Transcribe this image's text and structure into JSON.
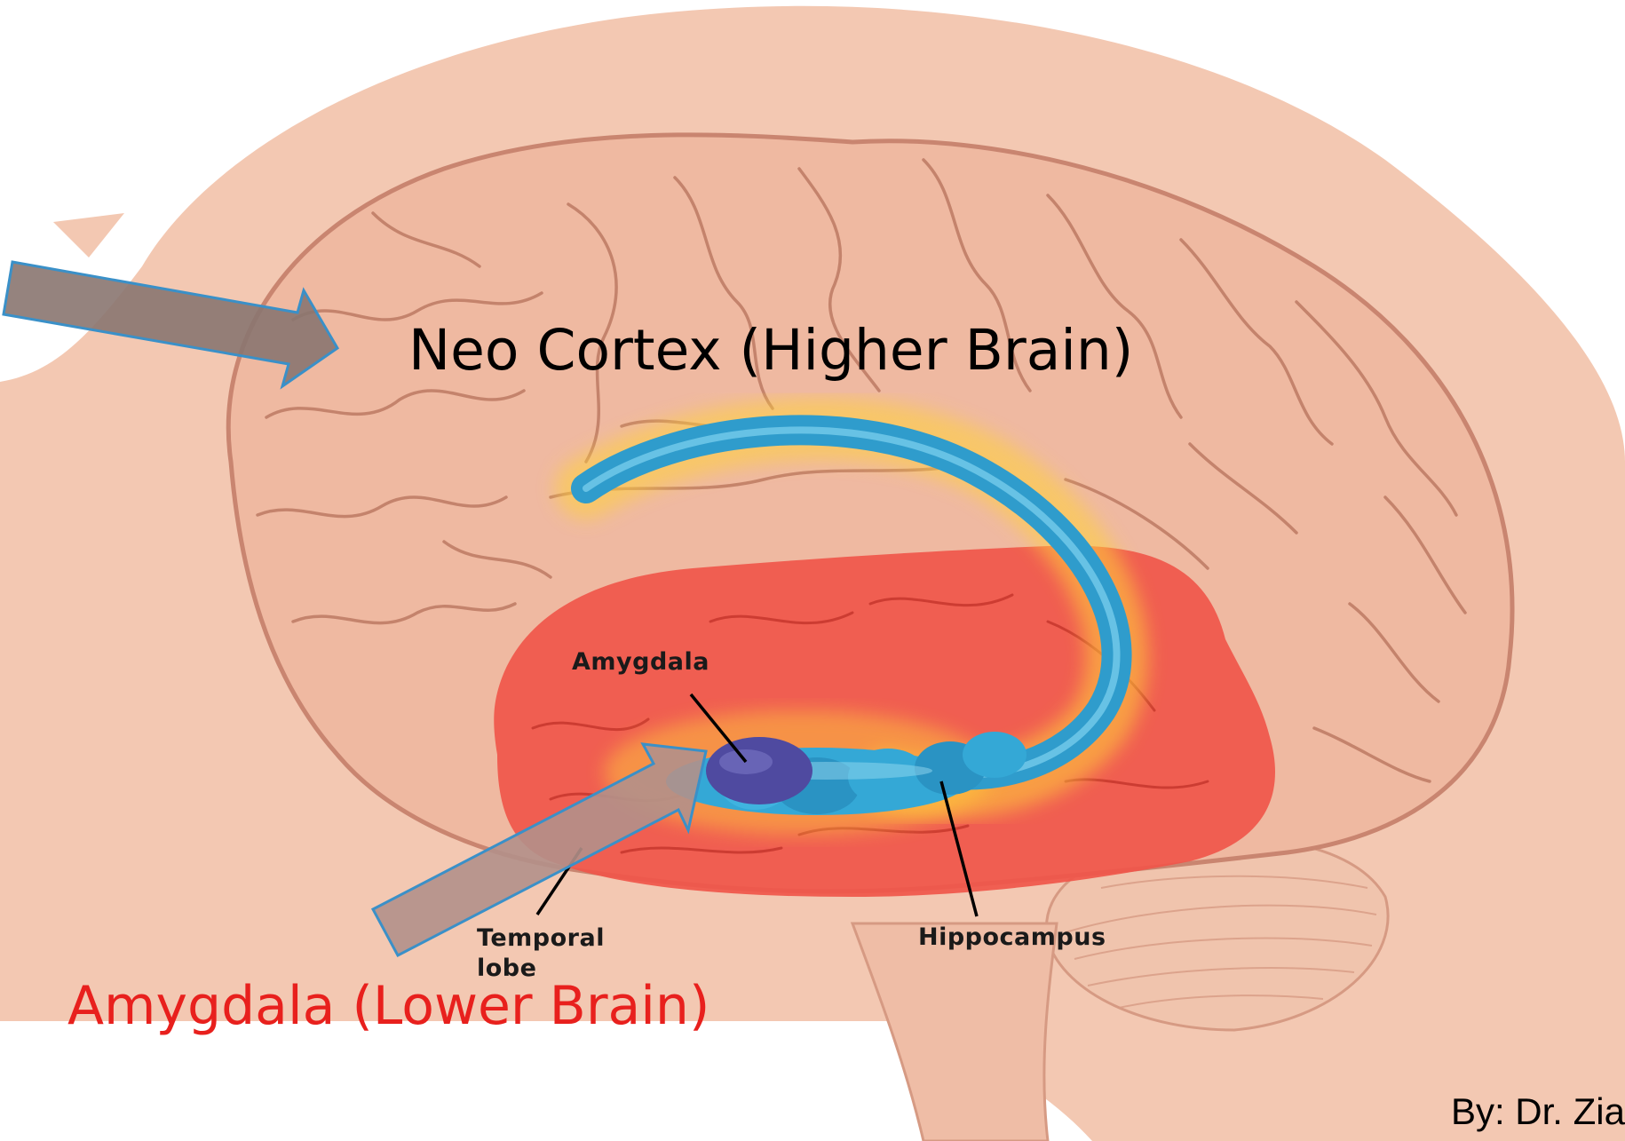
{
  "labels": {
    "neo_cortex": "Neo Cortex (Higher Brain)",
    "amygdala_lower": "Amygdala (Lower Brain)",
    "amygdala": "Amygdala",
    "temporal_lobe_line1": "Temporal",
    "temporal_lobe_line2": "lobe",
    "hippocampus": "Hippocampus",
    "credit": "By: Dr. Zia"
  },
  "colors": {
    "head": "#f3c8b2",
    "cortex": "#efb9a1",
    "limbic": "#f0564a",
    "hippocampus": "#34a8d6",
    "amygdala": "#4f4aa0",
    "arrow_fill": "#8a7670",
    "arrow_stroke": "#3a90c8",
    "lower_brain_text": "#e8201d"
  }
}
